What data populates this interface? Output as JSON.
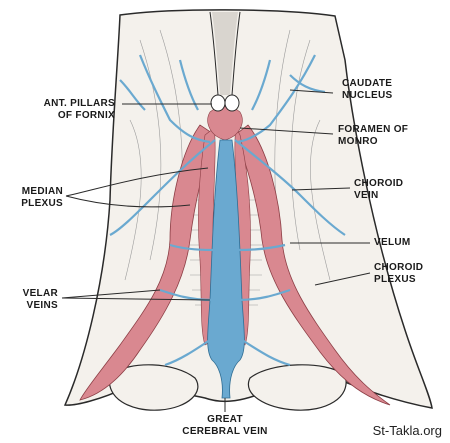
{
  "labels": {
    "ant_pillars": [
      "ANT. PILLARS",
      "OF FORNIX"
    ],
    "caudate": [
      "CAUDATE",
      "NUCLEUS"
    ],
    "foramen": [
      "FORAMEN OF",
      "MONRO"
    ],
    "median_plexus": [
      "MEDIAN",
      "PLEXUS"
    ],
    "choroid_vein": [
      "CHOROID",
      "VEIN"
    ],
    "velum": "VELUM",
    "choroid_plexus": [
      "CHOROID",
      "PLEXUS"
    ],
    "velar_veins": [
      "VELAR",
      "VEINS"
    ],
    "great_cerebral_vein": [
      "GREAT",
      "CEREBRAL VEIN"
    ]
  },
  "watermark": "St-Takla.org",
  "colors": {
    "tissue": "#f4f1ec",
    "outline": "#2a2a2a",
    "vein": "#6aa9d0",
    "plexus": "#d98890",
    "line": "#2a2a2a"
  }
}
